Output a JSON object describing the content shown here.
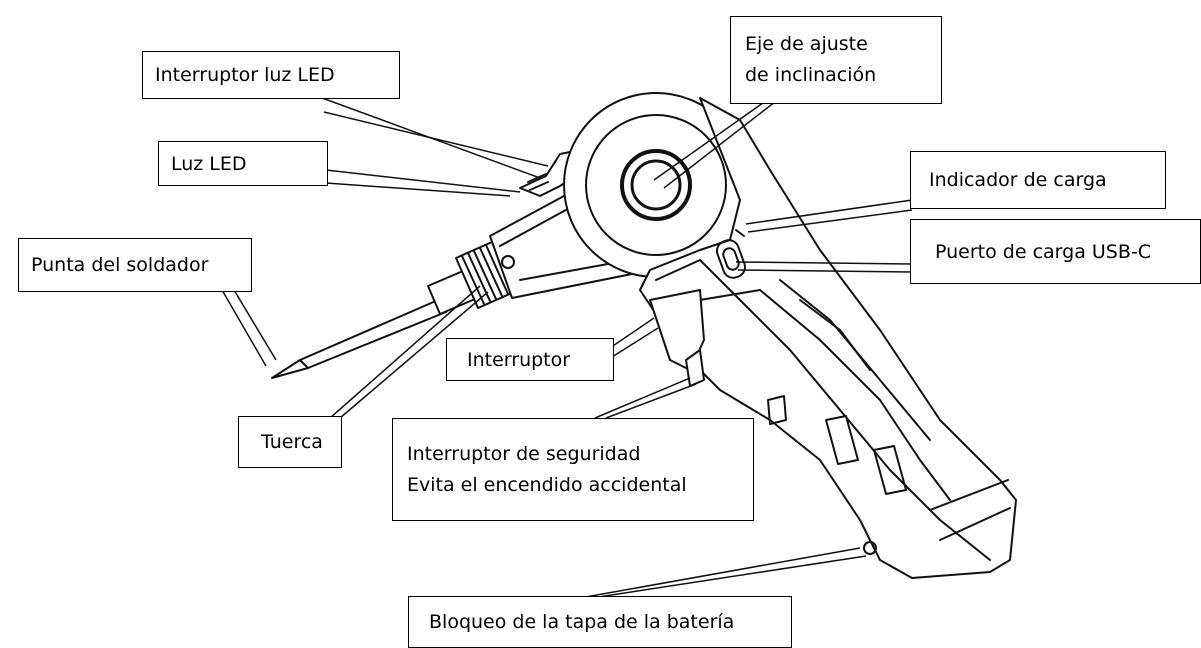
{
  "header": {
    "cut_text": ""
  },
  "labels": {
    "eje_line1": "Eje de ajuste",
    "eje_line2": "de inclinación",
    "interruptor_led": "Interruptor luz LED",
    "luz_led": "Luz LED",
    "indicador_carga": "Indicador de carga",
    "puerto_carga": "Puerto de carga USB-C",
    "punta": "Punta del soldador",
    "interruptor": "Interruptor",
    "tuerca": "Tuerca",
    "seguridad_line1": "Interruptor de seguridad",
    "seguridad_line2": "Evita el encendido accidental",
    "bloqueo": "Bloqueo de la tapa de la batería"
  },
  "icons": {
    "device": "cordless-soldering-iron-illustration"
  }
}
